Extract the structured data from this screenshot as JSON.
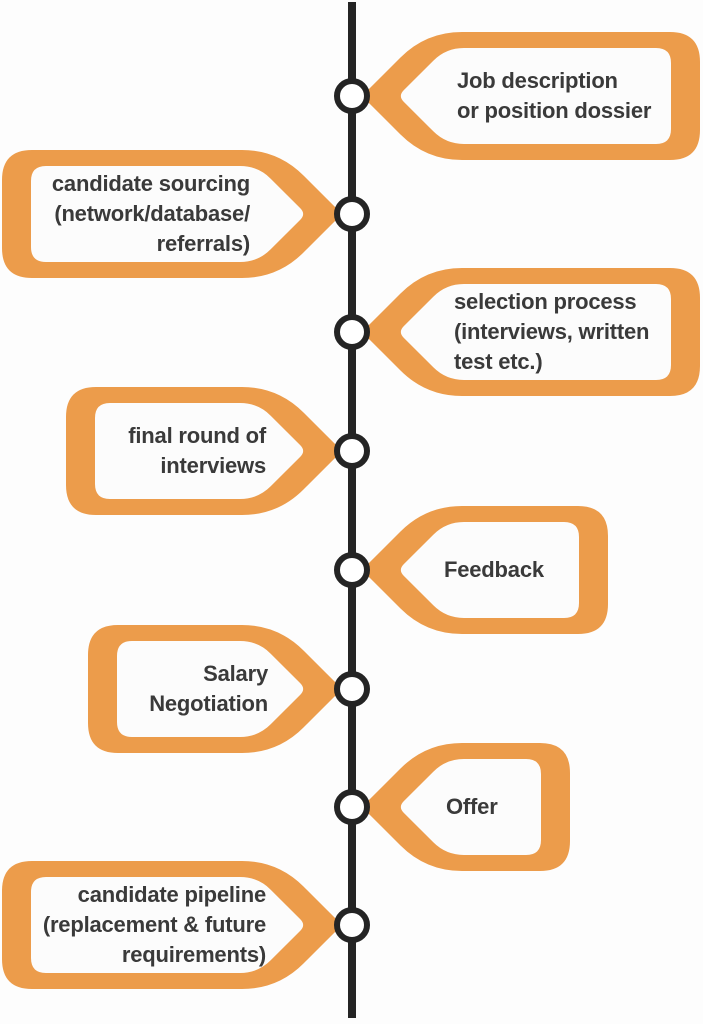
{
  "diagram": {
    "title_semantic": "recruitment process timeline",
    "accent_color": "#EC9C4B",
    "inner_fill": "#fcfcfc",
    "line_color": "#242424",
    "text_color": "#3a3a3a",
    "items": [
      {
        "side": "right",
        "label": "Job description\nor position dossier"
      },
      {
        "side": "left",
        "label": "candidate sourcing\n(network/database/\nreferrals)"
      },
      {
        "side": "right",
        "label": "selection process\n(interviews, written\ntest etc.)"
      },
      {
        "side": "left",
        "label": "final round of\ninterviews"
      },
      {
        "side": "right",
        "label": "Feedback"
      },
      {
        "side": "left",
        "label": "Salary\nNegotiation"
      },
      {
        "side": "right",
        "label": "Offer"
      },
      {
        "side": "left",
        "label": "candidate pipeline\n(replacement & future\nrequirements)"
      }
    ]
  }
}
